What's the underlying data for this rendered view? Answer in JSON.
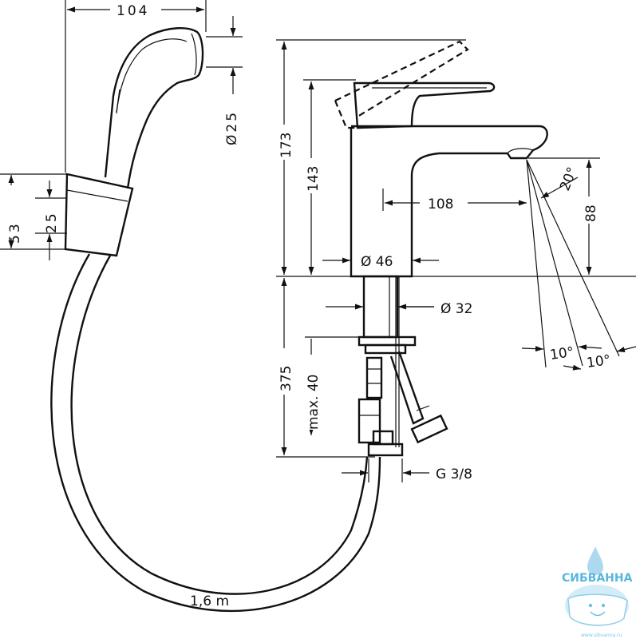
{
  "dimensions": {
    "handshower_width": "104",
    "handshower_diameter": "Ø25",
    "holder_height": "53",
    "holder_inner": "25",
    "total_height": "173",
    "spout_height": "143",
    "spout_reach": "108",
    "body_diameter": "Ø 46",
    "outlet_height": "88",
    "spray_angle_top": "20°",
    "spray_angle_mid": "10°",
    "spray_angle_bottom": "10°",
    "shank_diameter": "Ø 32",
    "shank_length": "375",
    "max_counter": "max. 40",
    "connection_thread": "G 3/8",
    "hose_length": "1,6  m"
  },
  "watermark": {
    "brand": "СИБВАННА",
    "url": "www.sibvanna.ru"
  }
}
